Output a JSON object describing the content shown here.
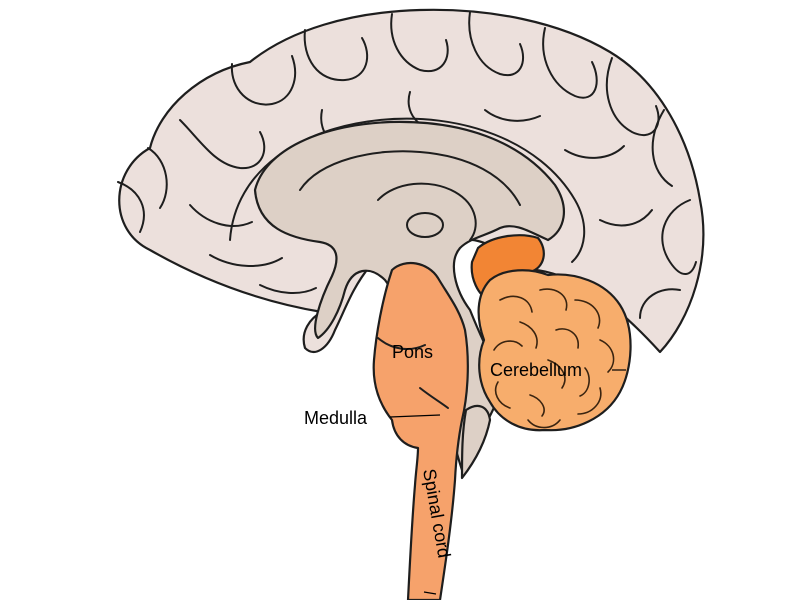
{
  "diagram": {
    "labels": {
      "pons": "Pons",
      "medulla": "Medulla",
      "cerebellum": "Cerebellum",
      "spinal_cord": "Spinal cord"
    },
    "colors": {
      "cerebrum_fill": "#ece0dc",
      "deep_structures_fill": "#ddd0c6",
      "brainstem_fill": "#f6a26b",
      "cerebellum_fill": "#f7ad6c",
      "tectum_fill": "#f28534",
      "outline": "#1e1e1e",
      "background": "#ffffff"
    }
  }
}
